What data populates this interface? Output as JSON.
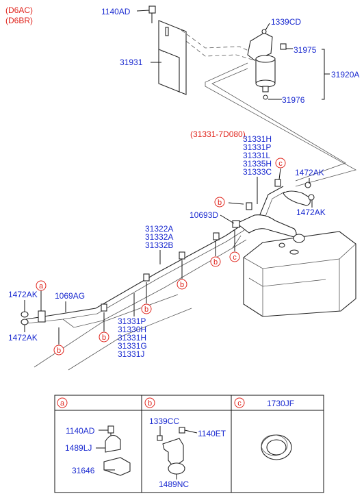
{
  "header": {
    "variant_1": "(D6AC)",
    "variant_2": "(D6BR)"
  },
  "callouts": {
    "a": "a",
    "b": "b",
    "c": "c"
  },
  "labels": {
    "l_1140AD_top": "1140AD",
    "l_31931": "31931",
    "l_1339CD": "1339CD",
    "l_31975": "31975",
    "l_31920A": "31920A",
    "l_31976": "31976",
    "l_ref": "(31331-7D080)",
    "l_31331H_top": "31331H",
    "l_31331P_top": "31331P",
    "l_31331L": "31331L",
    "l_31335H": "31335H",
    "l_31333C": "31333C",
    "l_1472AK_r1": "1472AK",
    "l_10693D": "10693D",
    "l_1472AK_r2": "1472AK",
    "l_31322A": "31322A",
    "l_31332A": "31332A",
    "l_31332B": "31332B",
    "l_1472AK_l1": "1472AK",
    "l_1069AG": "1069AG",
    "l_1472AK_l2": "1472AK",
    "l_31331P_bot": "31331P",
    "l_31330H": "31330H",
    "l_31331H_bot": "31331H",
    "l_31331G": "31331G",
    "l_31331J": "31331J"
  },
  "legend_table": {
    "col_a_header": "a",
    "col_b_header": "b",
    "col_c_header": "c",
    "col_c_part": "1730JF",
    "a_parts": [
      "1140AD",
      "1489LJ",
      "31646"
    ],
    "b_parts": [
      "1339CC",
      "1140ET",
      "1489NC"
    ]
  }
}
